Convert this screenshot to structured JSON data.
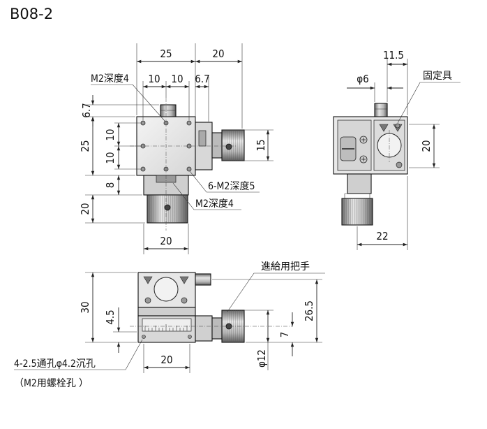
{
  "title": "B08-2",
  "front_view": {
    "dim_top_left": "25",
    "dim_top_right": "20",
    "dim_pitch_a": "10",
    "dim_pitch_b": "10",
    "dim_offset": "6.7",
    "dim_left_offset": "6.7",
    "dim_left_height": "25",
    "dim_left_pitch_a": "10",
    "dim_left_pitch_b": "10",
    "dim_knob_height": "15",
    "dim_handle": "8",
    "dim_bottom_height": "20",
    "dim_bottom_width": "20",
    "label_top_hole": "M2深度4",
    "label_side_holes": "6-M2深度5",
    "label_bottom_hole": "M2深度4"
  },
  "side_view": {
    "dim_width": "11.5",
    "dim_diameter": "φ6",
    "label_fixture": "固定具",
    "dim_height": "20",
    "dim_bottom": "22"
  },
  "bottom_view": {
    "label_feed_handle": "進給用把手",
    "dim_height": "30",
    "dim_offset": "4.5",
    "dim_right_height": "26.5",
    "dim_right_small": "7",
    "dim_knob_diameter": "φ12",
    "dim_width": "20",
    "label_holes": "4-2.5通孔φ4.2沉孔",
    "label_holes_note": "（M2用螺栓孔 ）"
  },
  "colors": {
    "line": "#222222",
    "body_light": "#eeeeee",
    "body_mid": "#c8c8c8",
    "body_dark": "#7a7a7a"
  }
}
